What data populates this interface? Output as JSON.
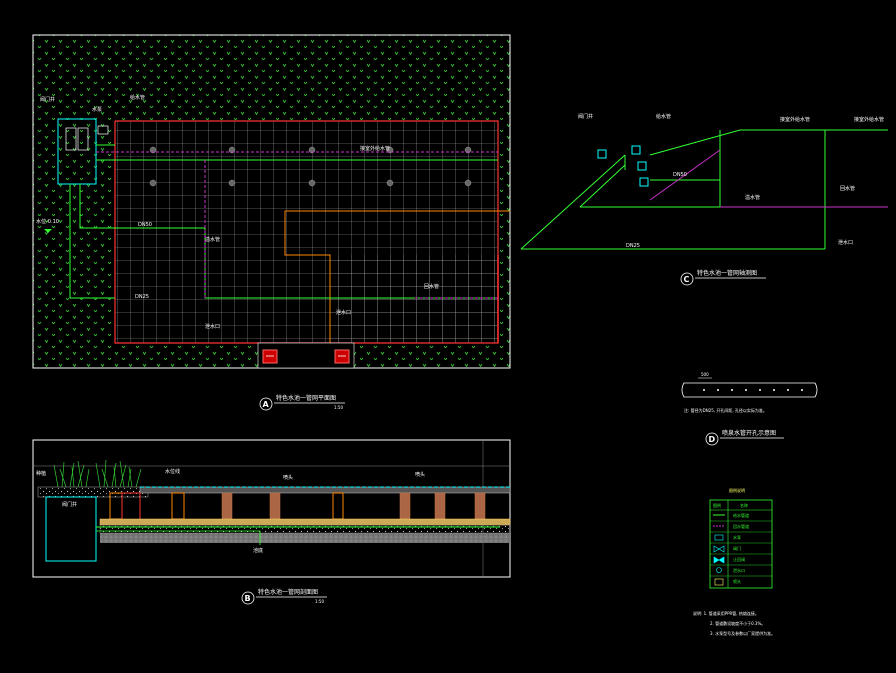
{
  "colors": {
    "background": "#000000",
    "frame": "#ffffff",
    "grass": "#33cc33",
    "grid": "#bbbbbb",
    "red": "#ff3333",
    "orange": "#ff8800",
    "green": "#33ff33",
    "magenta": "#cc33cc",
    "cyan": "#00ffff",
    "yellow": "#ffff66"
  },
  "views": {
    "A": {
      "mark": "A",
      "caption": "特色水池一管网平面图",
      "scale": "1:50"
    },
    "B": {
      "mark": "B",
      "caption": "特色水池一管网剖面图",
      "scale": "1:50"
    },
    "C": {
      "mark": "C",
      "caption": "特色水池一管网轴测图"
    },
    "D": {
      "mark": "D",
      "caption": "喷泉水管开孔示意图"
    }
  },
  "plan_labels": {
    "valve_box": "阀门井",
    "pump": "水泵",
    "inlet": "给水管",
    "level": "水位-0.10",
    "pipe_main": "DN50",
    "pipe_branch": "DN25",
    "drain": "溢水管",
    "supply_right": "接室外给水管",
    "return": "回水管",
    "outlet": "泄水口"
  },
  "axon_labels": {
    "l1": "阀门井",
    "l2": "给水管",
    "l3": "接室外给水管",
    "l4": "DN50",
    "l5": "溢水管",
    "l6": "回水管",
    "l7": "DN25",
    "l8": "泄水口"
  },
  "section_labels": {
    "s1": "种植",
    "s2": "阀门井",
    "s3": "水位线",
    "s4": "喷头",
    "s5": "池底"
  },
  "detail": {
    "dim": "500",
    "note": "注: 管径为DN25, 开孔间距, 孔径以实际为准。"
  },
  "legend": {
    "title": "图例说明",
    "header": [
      "图例",
      "名称"
    ],
    "rows": [
      {
        "name": "给水管道"
      },
      {
        "name": "回水管道"
      },
      {
        "name": "水泵"
      },
      {
        "name": "阀门"
      },
      {
        "name": "止回阀"
      },
      {
        "name": "泄水口"
      },
      {
        "name": "喷头"
      }
    ]
  },
  "notes": [
    "说明: 1. 管道采用PPR管, 热熔连接。",
    "2. 管道敷设坡度不小于0.3%。",
    "3. 水泵型号及参数以厂家提供为准。"
  ]
}
